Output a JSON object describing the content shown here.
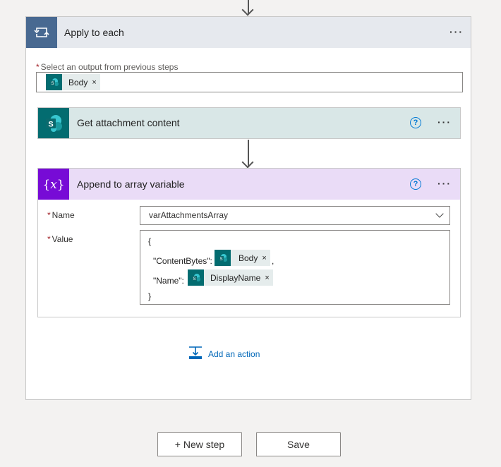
{
  "apply_to_each": {
    "title": "Apply to each",
    "select_label": "Select an output from previous steps",
    "required_mark": "*",
    "token": {
      "label": "Body",
      "remove": "×"
    }
  },
  "get_attachment": {
    "title": "Get attachment content",
    "help": "?"
  },
  "append_variable": {
    "title": "Append to array variable",
    "help": "?",
    "name_label": "Name",
    "name_value": "varAttachmentsArray",
    "value_label": "Value",
    "required_mark": "*",
    "value_lines": {
      "open": "{",
      "content_bytes_key": "\"ContentBytes\":",
      "content_bytes_token": "Body",
      "comma": ",",
      "name_key": "\"Name\":",
      "name_token": "DisplayName",
      "close": "}",
      "remove": "×"
    }
  },
  "menu": {
    "ellipsis": "···"
  },
  "add_action": {
    "label": "Add an action"
  },
  "footer": {
    "new_step": "+ New step",
    "save": "Save"
  },
  "colors": {
    "loop_accent": "#486991",
    "sharepoint": "#036c70",
    "variable": "#770bd6",
    "sharepoint_header_bg": "#d9e7e7",
    "variable_header_bg": "#eadcf7",
    "link": "#0067b8"
  },
  "icons": {
    "loop": "loop-icon",
    "sharepoint": "sharepoint-icon",
    "variable": "variable-icon",
    "help": "help-icon",
    "add_action": "add-action-icon",
    "chevron": "chevron-down-icon"
  }
}
